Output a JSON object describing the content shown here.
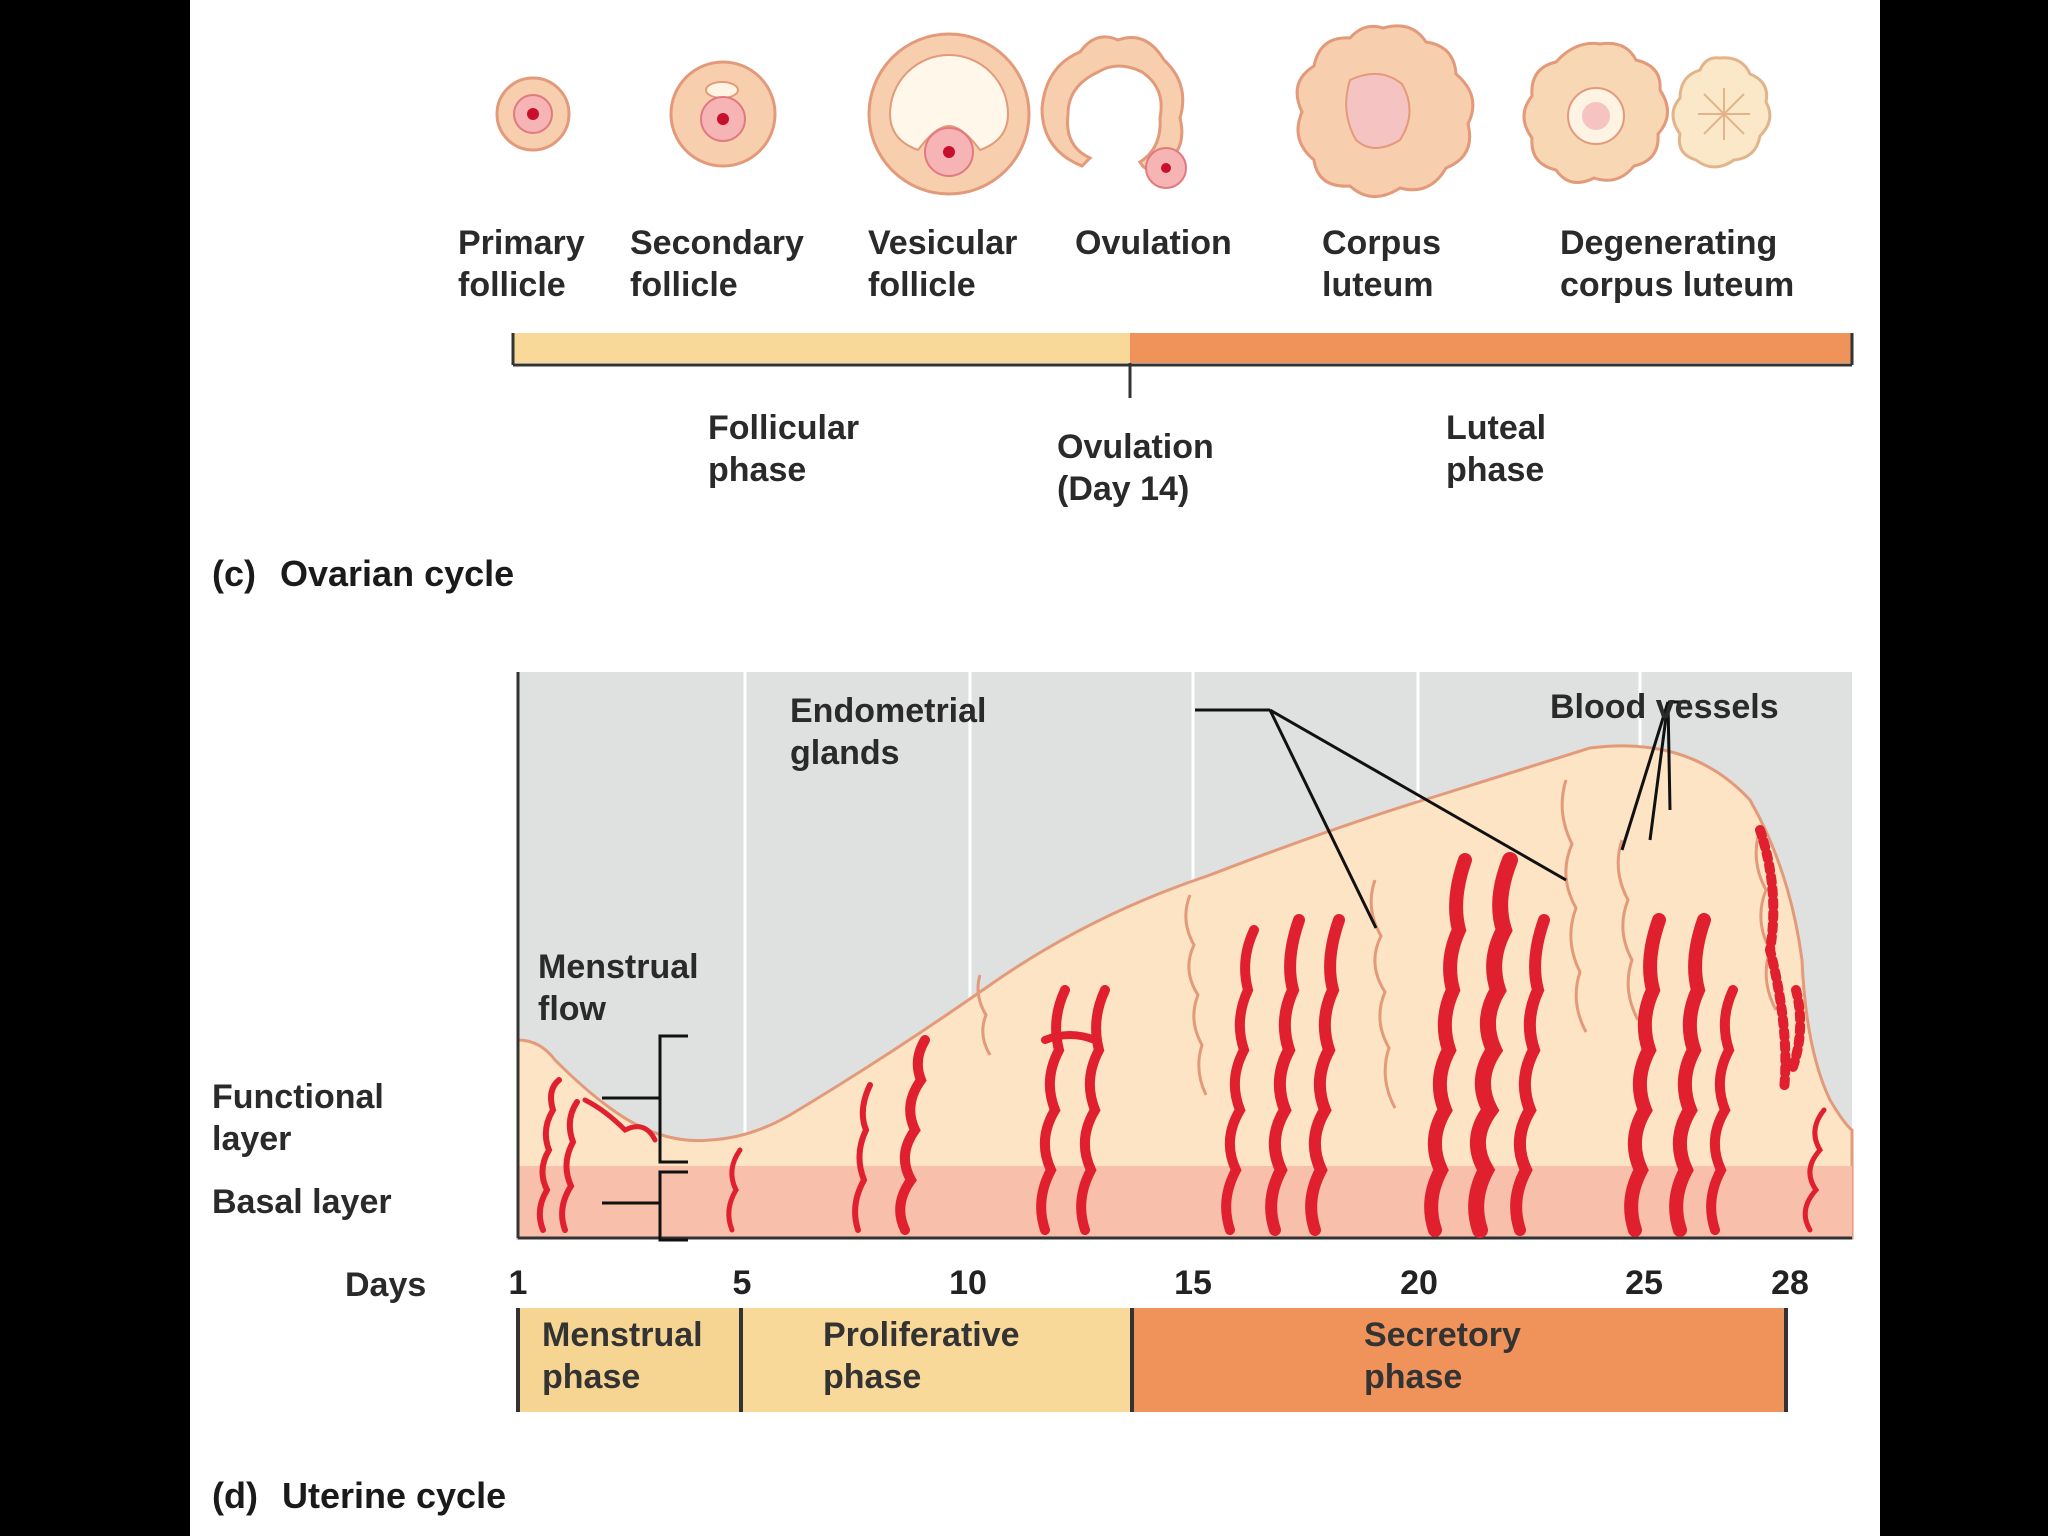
{
  "ovarian": {
    "stages": [
      {
        "line1": "Primary",
        "line2": "follicle"
      },
      {
        "line1": "Secondary",
        "line2": "follicle"
      },
      {
        "line1": "Vesicular",
        "line2": "follicle"
      },
      {
        "line1": "Ovulation",
        "line2": ""
      },
      {
        "line1": "Corpus",
        "line2": "luteum"
      },
      {
        "line1": "Degenerating",
        "line2": "corpus luteum"
      }
    ],
    "phases": {
      "follicular": {
        "line1": "Follicular",
        "line2": "phase"
      },
      "ovulation": {
        "line1": "Ovulation",
        "line2": "(Day 14)"
      },
      "luteal": {
        "line1": "Luteal",
        "line2": "phase"
      }
    },
    "caption": {
      "letter": "(c)",
      "title": "Ovarian cycle"
    },
    "colors": {
      "follicular": "#f9d99a",
      "luteal": "#f0935a"
    }
  },
  "uterine": {
    "labels": {
      "menstrual_flow": {
        "line1": "Menstrual",
        "line2": "flow"
      },
      "endometrial_glands": {
        "line1": "Endometrial",
        "line2": "glands"
      },
      "blood_vessels": "Blood vessels",
      "functional_layer": {
        "line1": "Functional",
        "line2": "layer"
      },
      "basal_layer": "Basal layer"
    },
    "days_label": "Days",
    "day_ticks": [
      "1",
      "5",
      "10",
      "15",
      "20",
      "25",
      "28"
    ],
    "phases": [
      {
        "line1": "Menstrual",
        "line2": "phase"
      },
      {
        "line1": "Proliferative",
        "line2": "phase"
      },
      {
        "line1": "Secretory",
        "line2": "phase"
      }
    ],
    "caption": {
      "letter": "(d)",
      "title": "Uterine cycle"
    },
    "colors": {
      "functional": "#fde4c4",
      "basal": "#f8c0ab",
      "vessel": "#e0202e",
      "background": "#dfe1e0",
      "menstrual_box": "#f6d492",
      "proliferative_box": "#f9d99a",
      "secretory_box": "#f0935a"
    }
  }
}
